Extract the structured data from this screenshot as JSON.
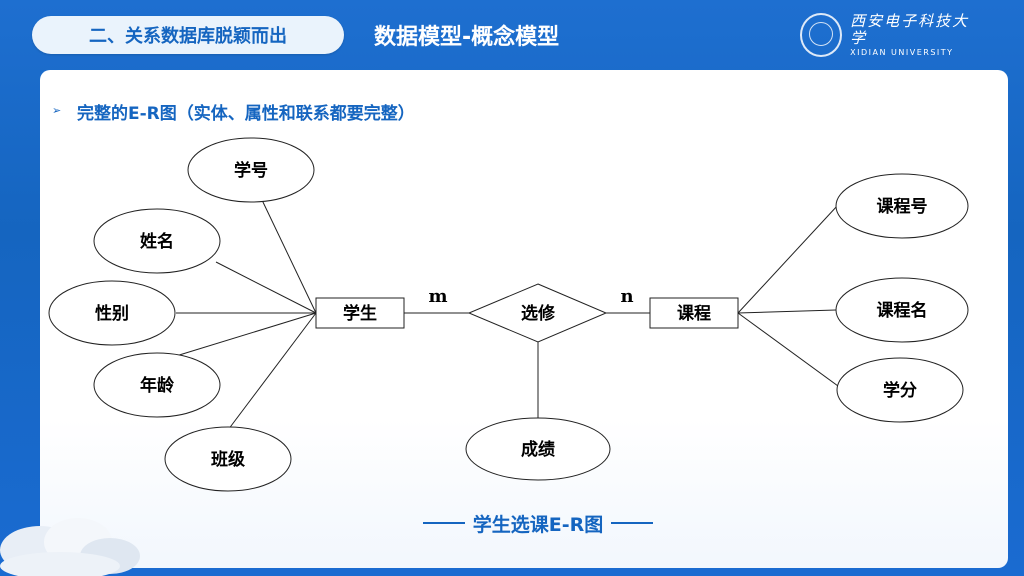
{
  "header": {
    "section": "二、关系数据库脱颖而出",
    "title": "数据模型-概念模型",
    "logo_cn": "西安电子科技大学",
    "logo_en": "XIDIAN UNIVERSITY"
  },
  "subtitle": "完整的E-R图（实体、属性和联系都要完整）",
  "diagram": {
    "entities": {
      "student": "学生",
      "course": "课程"
    },
    "relationship": "选修",
    "cardinality": {
      "left": "m",
      "right": "n"
    },
    "student_attributes": [
      "学号",
      "姓名",
      "性别",
      "年龄",
      "班级"
    ],
    "course_attributes": [
      "课程号",
      "课程名",
      "学分"
    ],
    "relationship_attribute": "成绩"
  },
  "caption": "学生选课E-R图"
}
